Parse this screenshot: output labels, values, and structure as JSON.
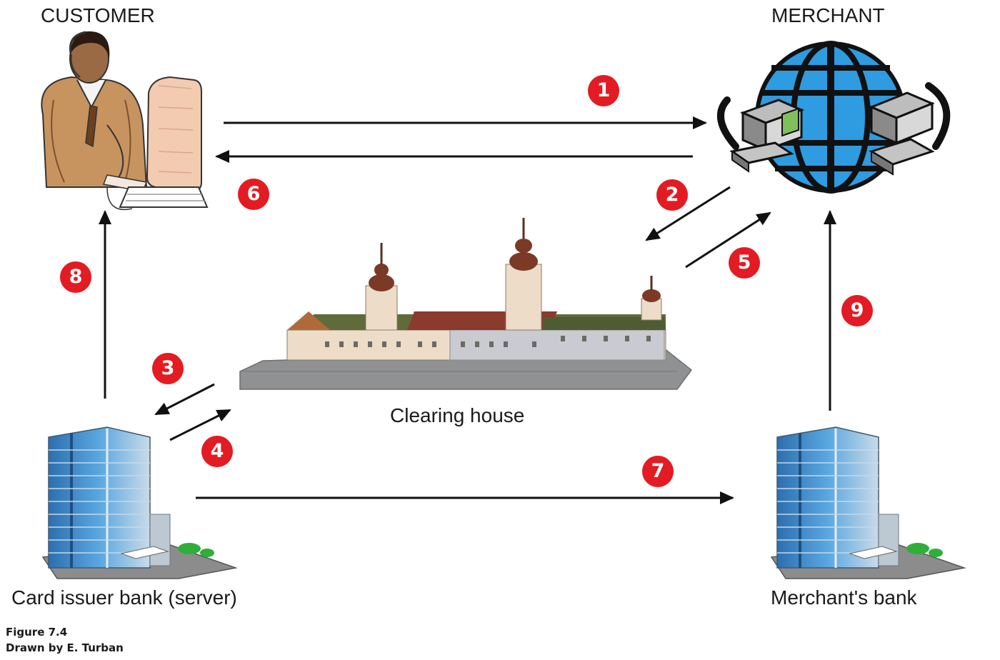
{
  "labels": {
    "customer": "CUSTOMER",
    "merchant": "MERCHANT",
    "clearing_house": "Clearing house",
    "card_issuer_bank": "Card issuer bank (server)",
    "merchants_bank": "Merchant's bank"
  },
  "caption": {
    "figure": "Figure 7.4",
    "credit": "Drawn by E. Turban"
  },
  "steps": [
    "1",
    "2",
    "3",
    "4",
    "5",
    "6",
    "7",
    "8",
    "9"
  ],
  "icons": {
    "customer": "person-at-computer-icon",
    "merchant": "globe-network-icon",
    "clearing_house": "castle-building-icon",
    "card_issuer_bank": "office-tower-icon",
    "merchants_bank": "office-tower-icon"
  },
  "colors": {
    "badge": "#e31b23",
    "arrow": "#111111",
    "building_glass": "#3d8fd0"
  }
}
